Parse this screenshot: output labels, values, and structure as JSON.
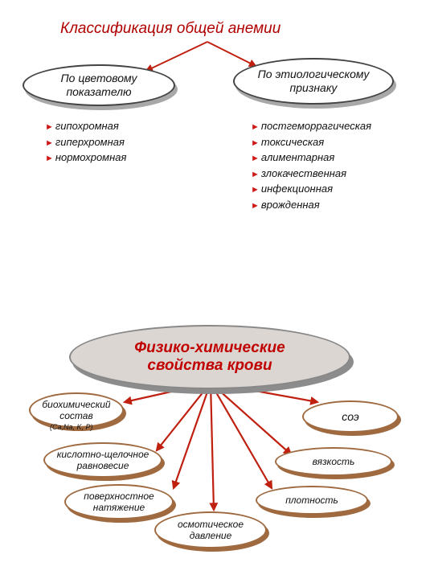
{
  "top": {
    "title": "Классификация общей анемии",
    "left_node": "По цветовому показателю",
    "right_node": "По этиологическому признаку",
    "left_items": [
      "гипохромная",
      "гиперхромная",
      "нормохромная"
    ],
    "right_items": [
      "постгеморрагическая",
      "токсическая",
      "алиментарная",
      "злокачественная",
      "инфекционная",
      "врожденная"
    ],
    "bullet": "►"
  },
  "bottom": {
    "center": "Физико-химические свойства крови",
    "props": {
      "biochem": "биохимический состав",
      "biochem_sub": "(Ca,Na, K, P)",
      "soe": "соэ",
      "acid": "кислотно-щелочное равновесие",
      "viscosity": "вязкость",
      "surface": "поверхностное натяжение",
      "density": "плотность",
      "osmotic": "осмотическое давление"
    }
  },
  "colors": {
    "title": "#b00000",
    "arrow": "#c02010",
    "bullet": "#d01818",
    "center_fill": "#dcd6d2",
    "prop_border": "#a06a40"
  }
}
